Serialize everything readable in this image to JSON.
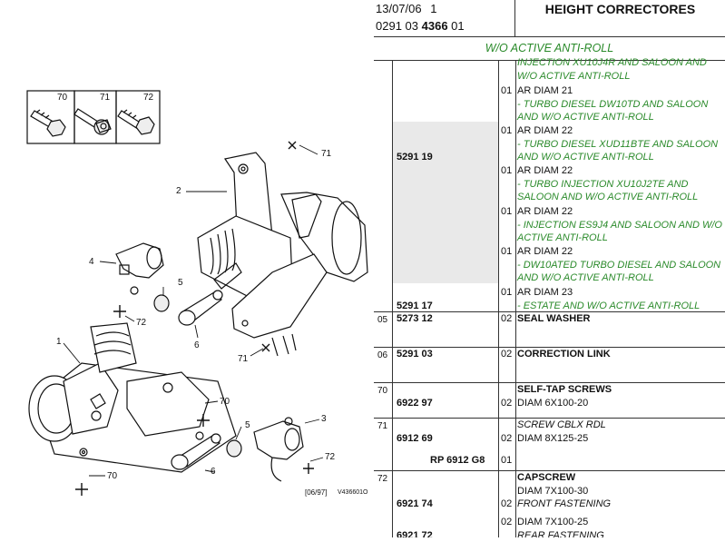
{
  "header": {
    "date": "13/07/06",
    "page": "1",
    "code_prefix": "0291 03",
    "code_bold": "4366",
    "code_suffix": "01",
    "title": "HEIGHT CORRECTORES"
  },
  "subheader": "W/O ACTIVE ANTI-ROLL",
  "diagram": {
    "callouts": [
      "70",
      "71",
      "72",
      "2",
      "4",
      "5",
      "72",
      "6",
      "71",
      "1",
      "70",
      "5",
      "3",
      "72",
      "6",
      "70",
      "71"
    ],
    "stamp": "[06/97]",
    "code": "V436601O"
  },
  "rows": [
    {
      "fig": "",
      "ref": "",
      "qty": "",
      "lines": [
        {
          "text": "INJECTION XU10J4R AND SALOON AND",
          "style": "g"
        },
        {
          "text": "W/O ACTIVE ANTI-ROLL",
          "style": "g"
        }
      ]
    },
    {
      "fig": "",
      "ref": "",
      "qty": "01",
      "lines": [
        {
          "text": "AR DIAM 21",
          "style": ""
        },
        {
          "text": "- TURBO DIESEL DW10TD AND SALOON",
          "style": "g"
        },
        {
          "text": "AND W/O ACTIVE ANTI-ROLL",
          "style": "g"
        }
      ]
    },
    {
      "fig": "",
      "ref": "5291 19",
      "qty": "01",
      "lines": [
        {
          "text": "AR DIAM 22",
          "style": ""
        },
        {
          "text": "- TURBO DIESEL XUD11BTE AND SALOON",
          "style": "g"
        },
        {
          "text": "AND W/O ACTIVE ANTI-ROLL",
          "style": "g"
        }
      ]
    },
    {
      "fig": "",
      "ref": "",
      "qty": "01",
      "lines": [
        {
          "text": "AR DIAM 22",
          "style": ""
        },
        {
          "text": "- TURBO INJECTION XU10J2TE AND",
          "style": "g"
        },
        {
          "text": "SALOON AND W/O ACTIVE ANTI-ROLL",
          "style": "g"
        }
      ]
    },
    {
      "fig": "",
      "ref": "",
      "qty": "01",
      "lines": [
        {
          "text": "AR DIAM 22",
          "style": ""
        },
        {
          "text": "- INJECTION ES9J4 AND SALOON AND W/O",
          "style": "g"
        },
        {
          "text": "ACTIVE ANTI-ROLL",
          "style": "g"
        }
      ]
    },
    {
      "fig": "",
      "ref": "",
      "qty": "01",
      "lines": [
        {
          "text": "AR DIAM 22",
          "style": ""
        },
        {
          "text": "- DW10ATED TURBO DIESEL AND SALOON",
          "style": "g"
        },
        {
          "text": "AND W/O ACTIVE ANTI-ROLL",
          "style": "g"
        }
      ]
    },
    {
      "fig": "",
      "ref": "5291 17",
      "qty": "01",
      "lines": [
        {
          "text": "AR DIAM 23",
          "style": ""
        },
        {
          "text": "- ESTATE AND W/O ACTIVE ANTI-ROLL",
          "style": "g"
        }
      ]
    },
    {
      "fig": "05",
      "ref": "5273 12",
      "qty": "02",
      "lines": [
        {
          "text": "SEAL WASHER",
          "style": "b"
        }
      ]
    },
    {
      "fig": "06",
      "ref": "5291 03",
      "qty": "02",
      "lines": [
        {
          "text": "CORRECTION LINK",
          "style": "b"
        }
      ]
    },
    {
      "fig": "70",
      "ref": "6922 97",
      "qty": "02",
      "lines": [
        {
          "text": "SELF-TAP SCREWS",
          "style": "b"
        },
        {
          "text": "DIAM 6X100-20",
          "style": ""
        }
      ]
    },
    {
      "fig": "71",
      "ref": "6912 69",
      "qty": "02",
      "lines": [
        {
          "text": "SCREW CBLX RDL",
          "style": "i"
        },
        {
          "text": "DIAM 8X125-25",
          "style": ""
        }
      ]
    },
    {
      "fig": "",
      "ref": "RP 6912 G8",
      "qty": "01",
      "lines": []
    },
    {
      "fig": "72",
      "ref": "6921 74",
      "qty": "02",
      "lines": [
        {
          "text": "CAPSCREW",
          "style": "b"
        },
        {
          "text": "DIAM 7X100-30",
          "style": ""
        },
        {
          "text": "FRONT FASTENING",
          "style": "i"
        }
      ]
    },
    {
      "fig": "",
      "ref": "6921 72",
      "qty": "02",
      "lines": [
        {
          "text": "DIAM 7X100-25",
          "style": ""
        },
        {
          "text": "REAR FASTENING",
          "style": "i"
        }
      ]
    }
  ]
}
